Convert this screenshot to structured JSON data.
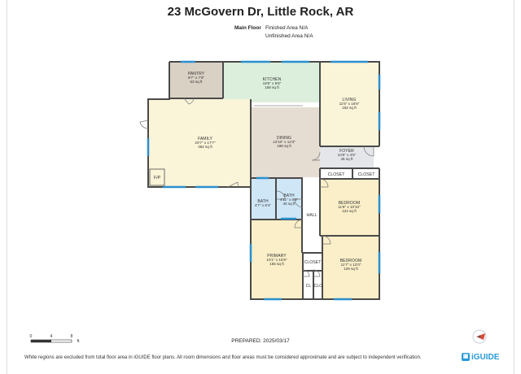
{
  "address": "23 McGovern Dr, Little Rock, AR",
  "floor": {
    "label": "Main Floor",
    "finished": "Finished Area N/A",
    "unfinished": "Unfinished Area N/A"
  },
  "rooms": {
    "pantry": {
      "name": "PANTRY",
      "dims": "9'7\" x 7'9\"",
      "area": "63 sq ft"
    },
    "kitchen": {
      "name": "KITCHEN",
      "dims": "18'6\" x 8'6\"",
      "area": "158 sq ft"
    },
    "living": {
      "name": "LIVING",
      "dims": "11'6\" x 16'6\"",
      "area": "192 sq ft"
    },
    "family": {
      "name": "FAMILY",
      "dims": "20'7\" x 17'7\"",
      "area": "362 sq ft"
    },
    "dining": {
      "name": "DINING",
      "dims": "13'10\" x 14'3\"",
      "area": "198 sq ft"
    },
    "foyer": {
      "name": "FOYER",
      "dims": "10'5\" x 4'5\"",
      "area": "45 sq ft"
    },
    "bath1": {
      "name": "BATH",
      "dims": "4'7\" x 8'4\""
    },
    "bath2": {
      "name": "BATH",
      "dims": "4'11\" x 8'8\"",
      "area": "40 sq ft"
    },
    "bedroom1": {
      "name": "BEDROOM",
      "dims": "11'8\" x 10'10\"",
      "area": "124 sq ft"
    },
    "primary": {
      "name": "PRIMARY",
      "dims": "10'1\" x 15'8\"",
      "area": "155 sq ft"
    },
    "bedroom2": {
      "name": "BEDROOM",
      "dims": "11'7\" x 12'0\"",
      "area": "129 sq ft"
    }
  },
  "labels": {
    "closet1": "CLOSET",
    "closet2": "CLOSET",
    "closet3": "CLOSET",
    "hall": "HALL",
    "fp": "F/P",
    "cl": "CL",
    "clo": "CLO"
  },
  "scale": {
    "ticks": [
      "0",
      "4",
      "8"
    ],
    "unit": "ft"
  },
  "prepared": "PREPARED: 2025/03/17",
  "disclaimer": "White regions are excluded from total floor area in iGUIDE floor plans. All room dimensions and floor areas must be considered approximate and are subject to independent verification.",
  "logo": "iGUIDE",
  "colors": {
    "pantry": "#d9d1c4",
    "kitchen": "#dcefdc",
    "family": "#faf4d8",
    "dining": "#e6ddd2",
    "bedroom": "#faefc8",
    "bath": "#cfe6f6",
    "foyer": "#e4e6ea",
    "wall": "#4a4a4a",
    "window": "#2b8fd0"
  }
}
